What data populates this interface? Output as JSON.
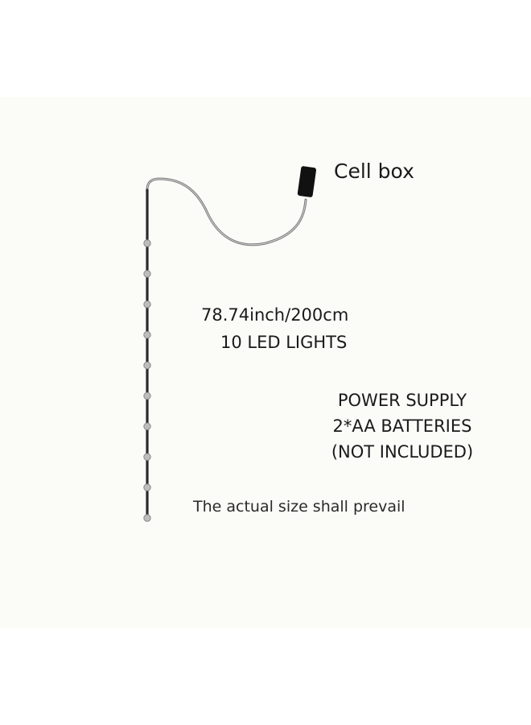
{
  "cell_box_label": "Cell box",
  "length_label": "78.74inch/200cm",
  "led_count_label": "10 LED LIGHTS",
  "power_supply": {
    "line1": "POWER SUPPLY",
    "line2": "2*AA BATTERIES",
    "line3": "(NOT INCLUDED)"
  },
  "note": "The actual size shall prevail",
  "led_count": 10,
  "colors": {
    "background": "#fbfbf8",
    "wire": "#7a7a7a",
    "strip": "#2b2b2b",
    "led_bead": "#bdbdbd",
    "battery_box": "#111111"
  }
}
